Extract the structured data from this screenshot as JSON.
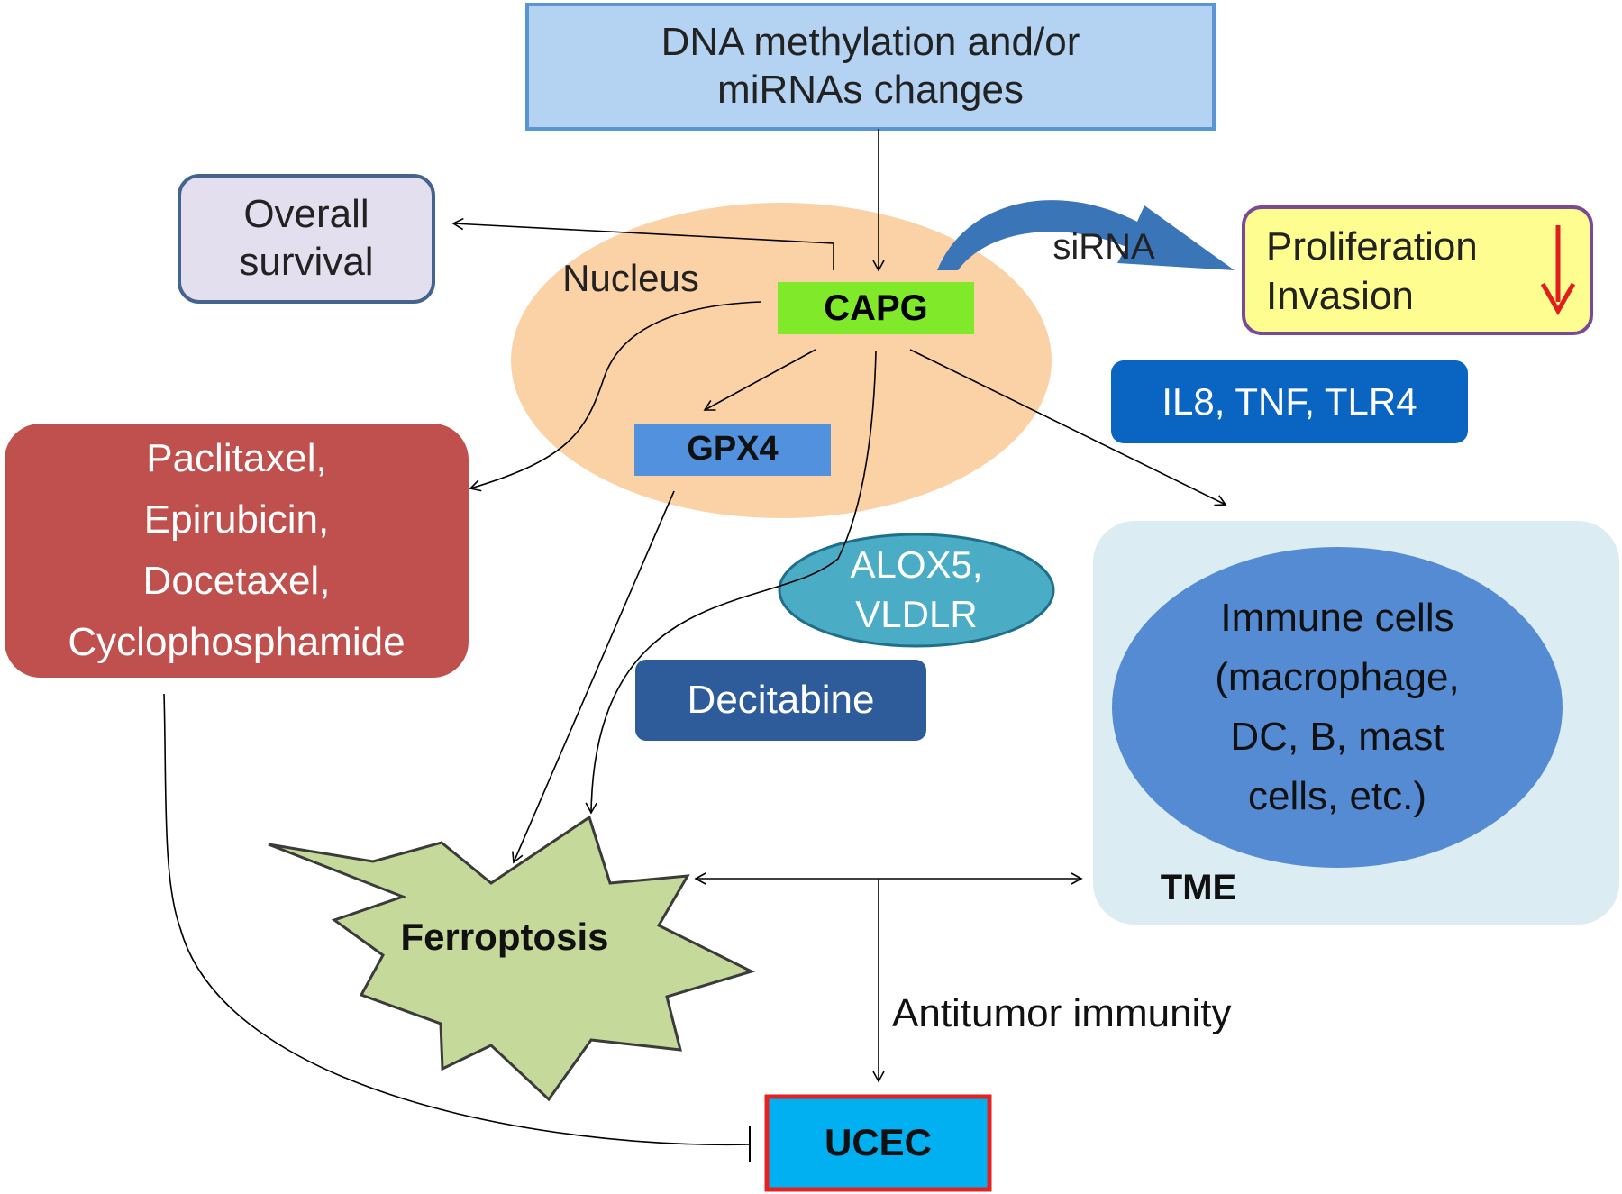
{
  "nodes": {
    "methylation": {
      "line1": "DNA methylation and/or",
      "line2": "miRNAs changes"
    },
    "survival": {
      "line1": "Overall",
      "line2": "survival"
    },
    "nucleus": {
      "label": "Nucleus"
    },
    "capg": {
      "label": "CAPG"
    },
    "sirna": {
      "label": "siRNA"
    },
    "proliferation": {
      "line1": "Proliferation",
      "line2": "Invasion"
    },
    "il8": {
      "label": "IL8, TNF, TLR4"
    },
    "gpx4": {
      "label": "GPX4"
    },
    "drugs": {
      "line1": "Paclitaxel,",
      "line2": "Epirubicin,",
      "line3": "Docetaxel,",
      "line4": "Cyclophosphamide"
    },
    "alox5": {
      "line1": "ALOX5,",
      "line2": "VLDLR"
    },
    "decitabine": {
      "label": "Decitabine"
    },
    "immune": {
      "line1": "Immune cells",
      "line2": "(macrophage,",
      "line3": "DC, B, mast",
      "line4": "cells, etc.)"
    },
    "tme": {
      "label": "TME"
    },
    "ferroptosis": {
      "label": "Ferroptosis"
    },
    "antitumor": {
      "label": "Antitumor immunity"
    },
    "ucec": {
      "label": "UCEC"
    }
  },
  "colors": {
    "methylation_fill": "#b4d3f3",
    "methylation_border": "#5a96d6",
    "survival_fill": "#e4dfee",
    "survival_border": "#45638f",
    "nucleus_fill": "#fbd1a6",
    "capg_fill": "#80e92a",
    "proliferation_fill": "#fdfd90",
    "proliferation_border": "#7a4a96",
    "down_arrow": "#e11d1d",
    "il8_fill": "#0a64c2",
    "gpx4_fill": "#5291de",
    "drugs_fill": "#c0504d",
    "alox5_fill": "#4bacc6",
    "decitabine_fill": "#2e5c9b",
    "tme_fill": "#dcecf3",
    "immune_fill": "#558bd3",
    "ferroptosis_fill": "#c5d99a",
    "ucec_fill": "#00b0f0",
    "ucec_border": "#e32222",
    "sirna_arrow": "#3a75b8"
  }
}
